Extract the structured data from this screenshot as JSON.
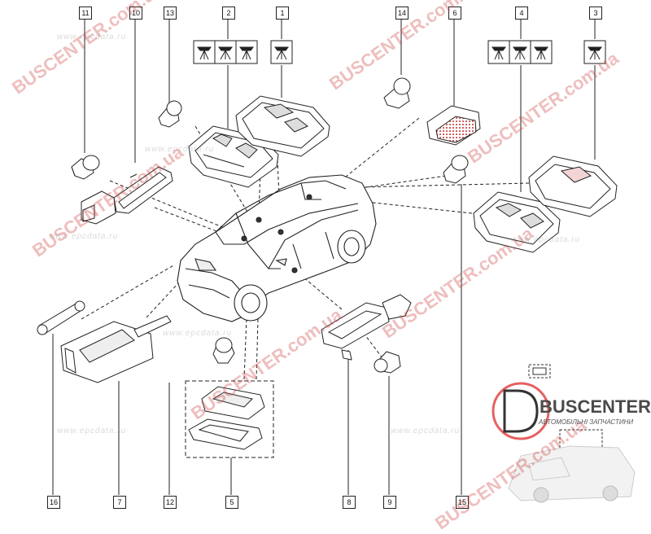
{
  "callouts": {
    "c1": "1",
    "c2": "2",
    "c3": "3",
    "c4": "4",
    "c5": "5",
    "c6": "6",
    "c7": "7",
    "c8": "8",
    "c9": "9",
    "c10": "10",
    "c11": "11",
    "c12": "12",
    "c13": "13",
    "c14": "14",
    "c15": "15",
    "c16": "16"
  },
  "watermarks": {
    "buscenter": "BUSCENTER.com.ua",
    "epcdata": "www.epcdata.ru"
  },
  "logo": {
    "name": "BUSCENTER",
    "subtitle": "АВТОМОБІЛЬНІ ЗАПЧАСТИНИ",
    "accent_color": "#e03a3a"
  }
}
